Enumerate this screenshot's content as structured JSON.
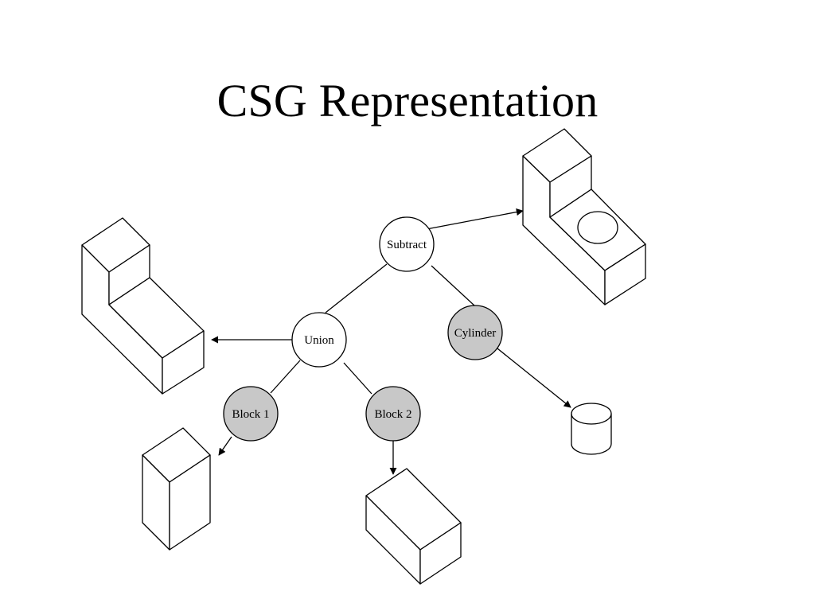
{
  "title": "CSG Representation",
  "node_fill": {
    "operation": "#ffffff",
    "primitive": "#c8c8c8"
  },
  "nodes": {
    "subtract": {
      "label": "Subtract",
      "kind": "operation"
    },
    "union": {
      "label": "Union",
      "kind": "operation"
    },
    "cylinder": {
      "label": "Cylinder",
      "kind": "primitive"
    },
    "block1": {
      "label": "Block 1",
      "kind": "primitive"
    },
    "block2": {
      "label": "Block 2",
      "kind": "primitive"
    }
  },
  "tree_edges": [
    [
      "subtract",
      "union"
    ],
    [
      "subtract",
      "cylinder"
    ],
    [
      "union",
      "block1"
    ],
    [
      "union",
      "block2"
    ]
  ],
  "result_arrows": [
    [
      "subtract",
      "final-part-shape"
    ],
    [
      "union",
      "union-result-shape"
    ],
    [
      "cylinder",
      "cylinder-shape"
    ],
    [
      "block1",
      "block1-shape"
    ],
    [
      "block2",
      "block2-shape"
    ]
  ]
}
